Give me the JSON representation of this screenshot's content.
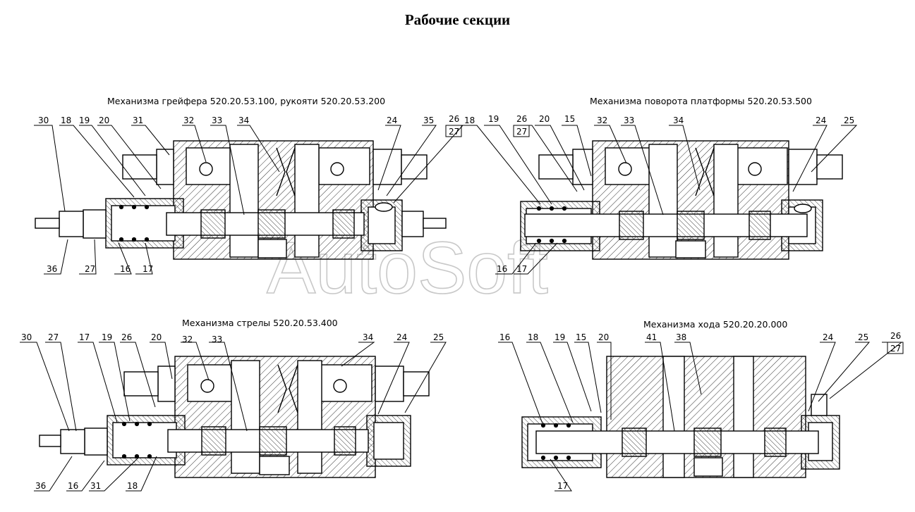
{
  "title": "Рабочие секции",
  "watermark": "AutoSoft",
  "sections": [
    {
      "caption": "Механизма грейфера 520.20.53.100,  рукояти 520.20.53.200",
      "callouts_top": [
        "30",
        "18",
        "19",
        "20",
        "31",
        "32",
        "33",
        "34",
        "24",
        "35",
        "26",
        "27"
      ],
      "callouts_bottom": [
        "36",
        "27",
        "16",
        "17"
      ]
    },
    {
      "caption": "Механизма поворота платформы 520.20.53.500",
      "callouts_top": [
        "18",
        "19",
        "26",
        "27",
        "20",
        "15",
        "32",
        "33",
        "34",
        "24",
        "25"
      ],
      "callouts_bottom": [
        "16",
        "17"
      ]
    },
    {
      "caption": "Механизма стрелы 520.20.53.400",
      "callouts_top": [
        "30",
        "27",
        "17",
        "19",
        "26",
        "20",
        "32",
        "33",
        "34",
        "24",
        "25"
      ],
      "callouts_bottom": [
        "36",
        "16",
        "31",
        "18"
      ]
    },
    {
      "caption": "Механизма хода 520.20.20.000",
      "callouts_top": [
        "16",
        "18",
        "19",
        "15",
        "20",
        "41",
        "38",
        "24",
        "25",
        "26",
        "27"
      ],
      "callouts_bottom": [
        "17"
      ]
    }
  ]
}
